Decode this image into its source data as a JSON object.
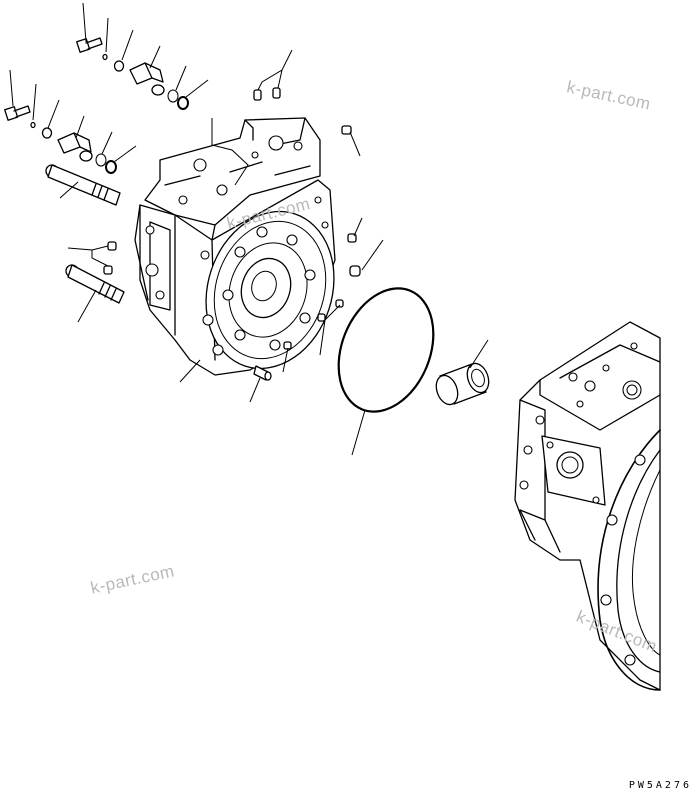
{
  "diagram": {
    "figure_code": "PW5A276",
    "watermarks": [
      "k-part.com",
      "k-part.com",
      "k-part.com",
      "k-part.com"
    ]
  }
}
